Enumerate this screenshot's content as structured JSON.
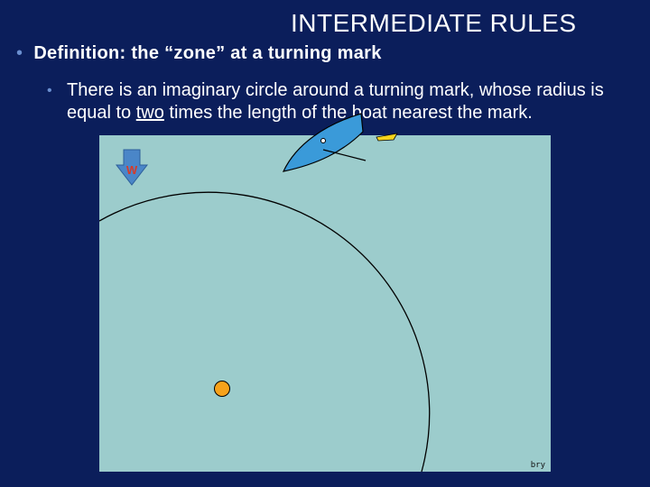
{
  "slide": {
    "title": "INTERMEDIATE RULES",
    "bullet_level1": {
      "marker": "•",
      "text": "Definition: the “zone” at a turning mark"
    },
    "bullet_level2": {
      "marker": "•",
      "text_before": "There is an imaginary circle around a turning mark, whose radius is equal to ",
      "underlined": "two",
      "text_after": " times the length of the boat nearest the mark."
    }
  },
  "diagram": {
    "wind_arrow_label": "W",
    "credit": "bry",
    "colors": {
      "water": "#9ccccc",
      "mark": "#f7a21b",
      "boat": "#3a9ad9",
      "arrow": "#4a86c8",
      "arrow_letter": "#d63b2a",
      "circle": "#000000"
    },
    "icons": [
      "wind-arrow-icon",
      "boat-icon",
      "mark-buoy-icon"
    ]
  }
}
